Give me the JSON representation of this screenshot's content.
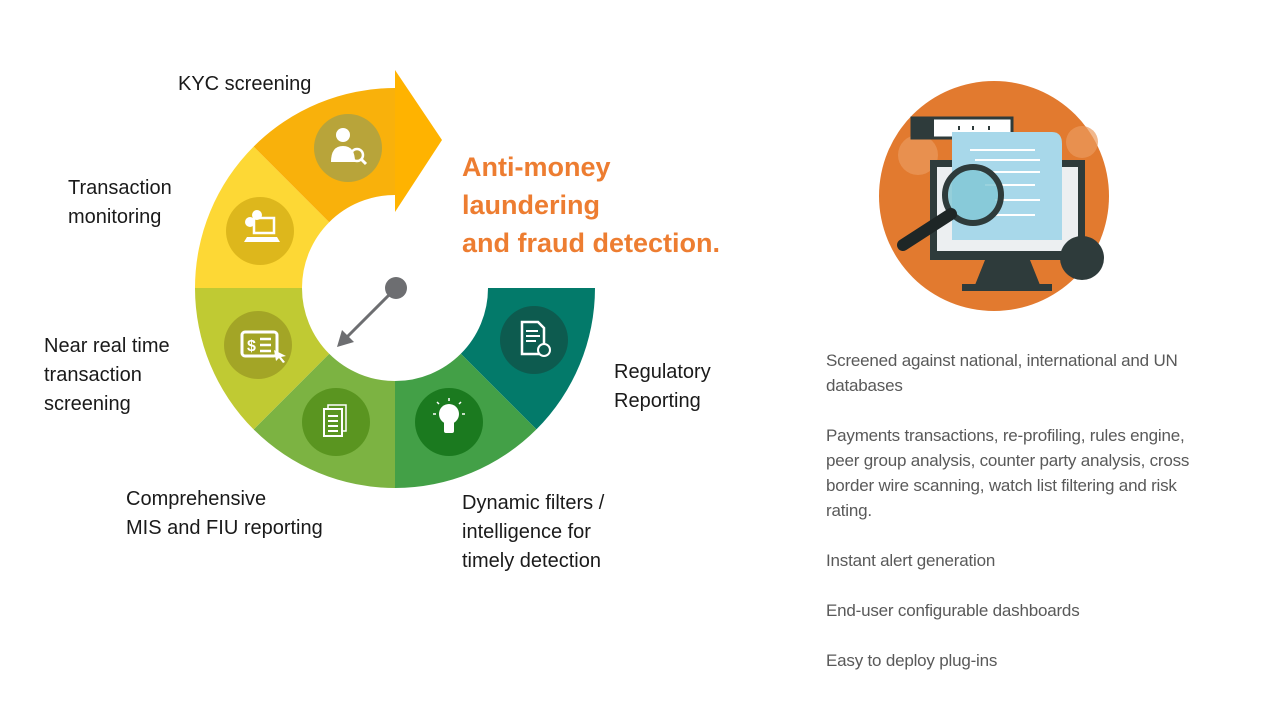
{
  "title_lines": [
    "Anti-money",
    "laundering",
    "and fraud detection."
  ],
  "segments": [
    {
      "label_lines": [
        "KYC screening"
      ],
      "icon": "user-search-icon",
      "color": "#F9B10B"
    },
    {
      "label_lines": [
        "Transaction",
        "monitoring"
      ],
      "icon": "laptop-money-icon",
      "color": "#FDD835"
    },
    {
      "label_lines": [
        "Near real time",
        "transaction",
        "screening"
      ],
      "icon": "invoice-cursor-icon",
      "color": "#C0CA33"
    },
    {
      "label_lines": [
        "Comprehensive",
        "MIS and FIU reporting"
      ],
      "icon": "documents-icon",
      "color": "#7CB342"
    },
    {
      "label_lines": [
        "Dynamic filters /",
        "intelligence for",
        "timely detection"
      ],
      "icon": "lightbulb-icon",
      "color": "#43A047"
    },
    {
      "label_lines": [
        "Regulatory",
        "Reporting"
      ],
      "icon": "certified-document-icon",
      "color": "#037A6A"
    }
  ],
  "arrow_color": "#FFB300",
  "accent_color": "#ED7D31",
  "bullets": [
    "Screened against national, international and UN databases",
    "Payments transactions, re-profiling, rules engine, peer group analysis, counter party analysis, cross border wire scanning, watch list filtering and risk rating.",
    "Instant alert generation",
    "End-user configurable dashboards",
    "Easy to deploy plug-ins"
  ]
}
